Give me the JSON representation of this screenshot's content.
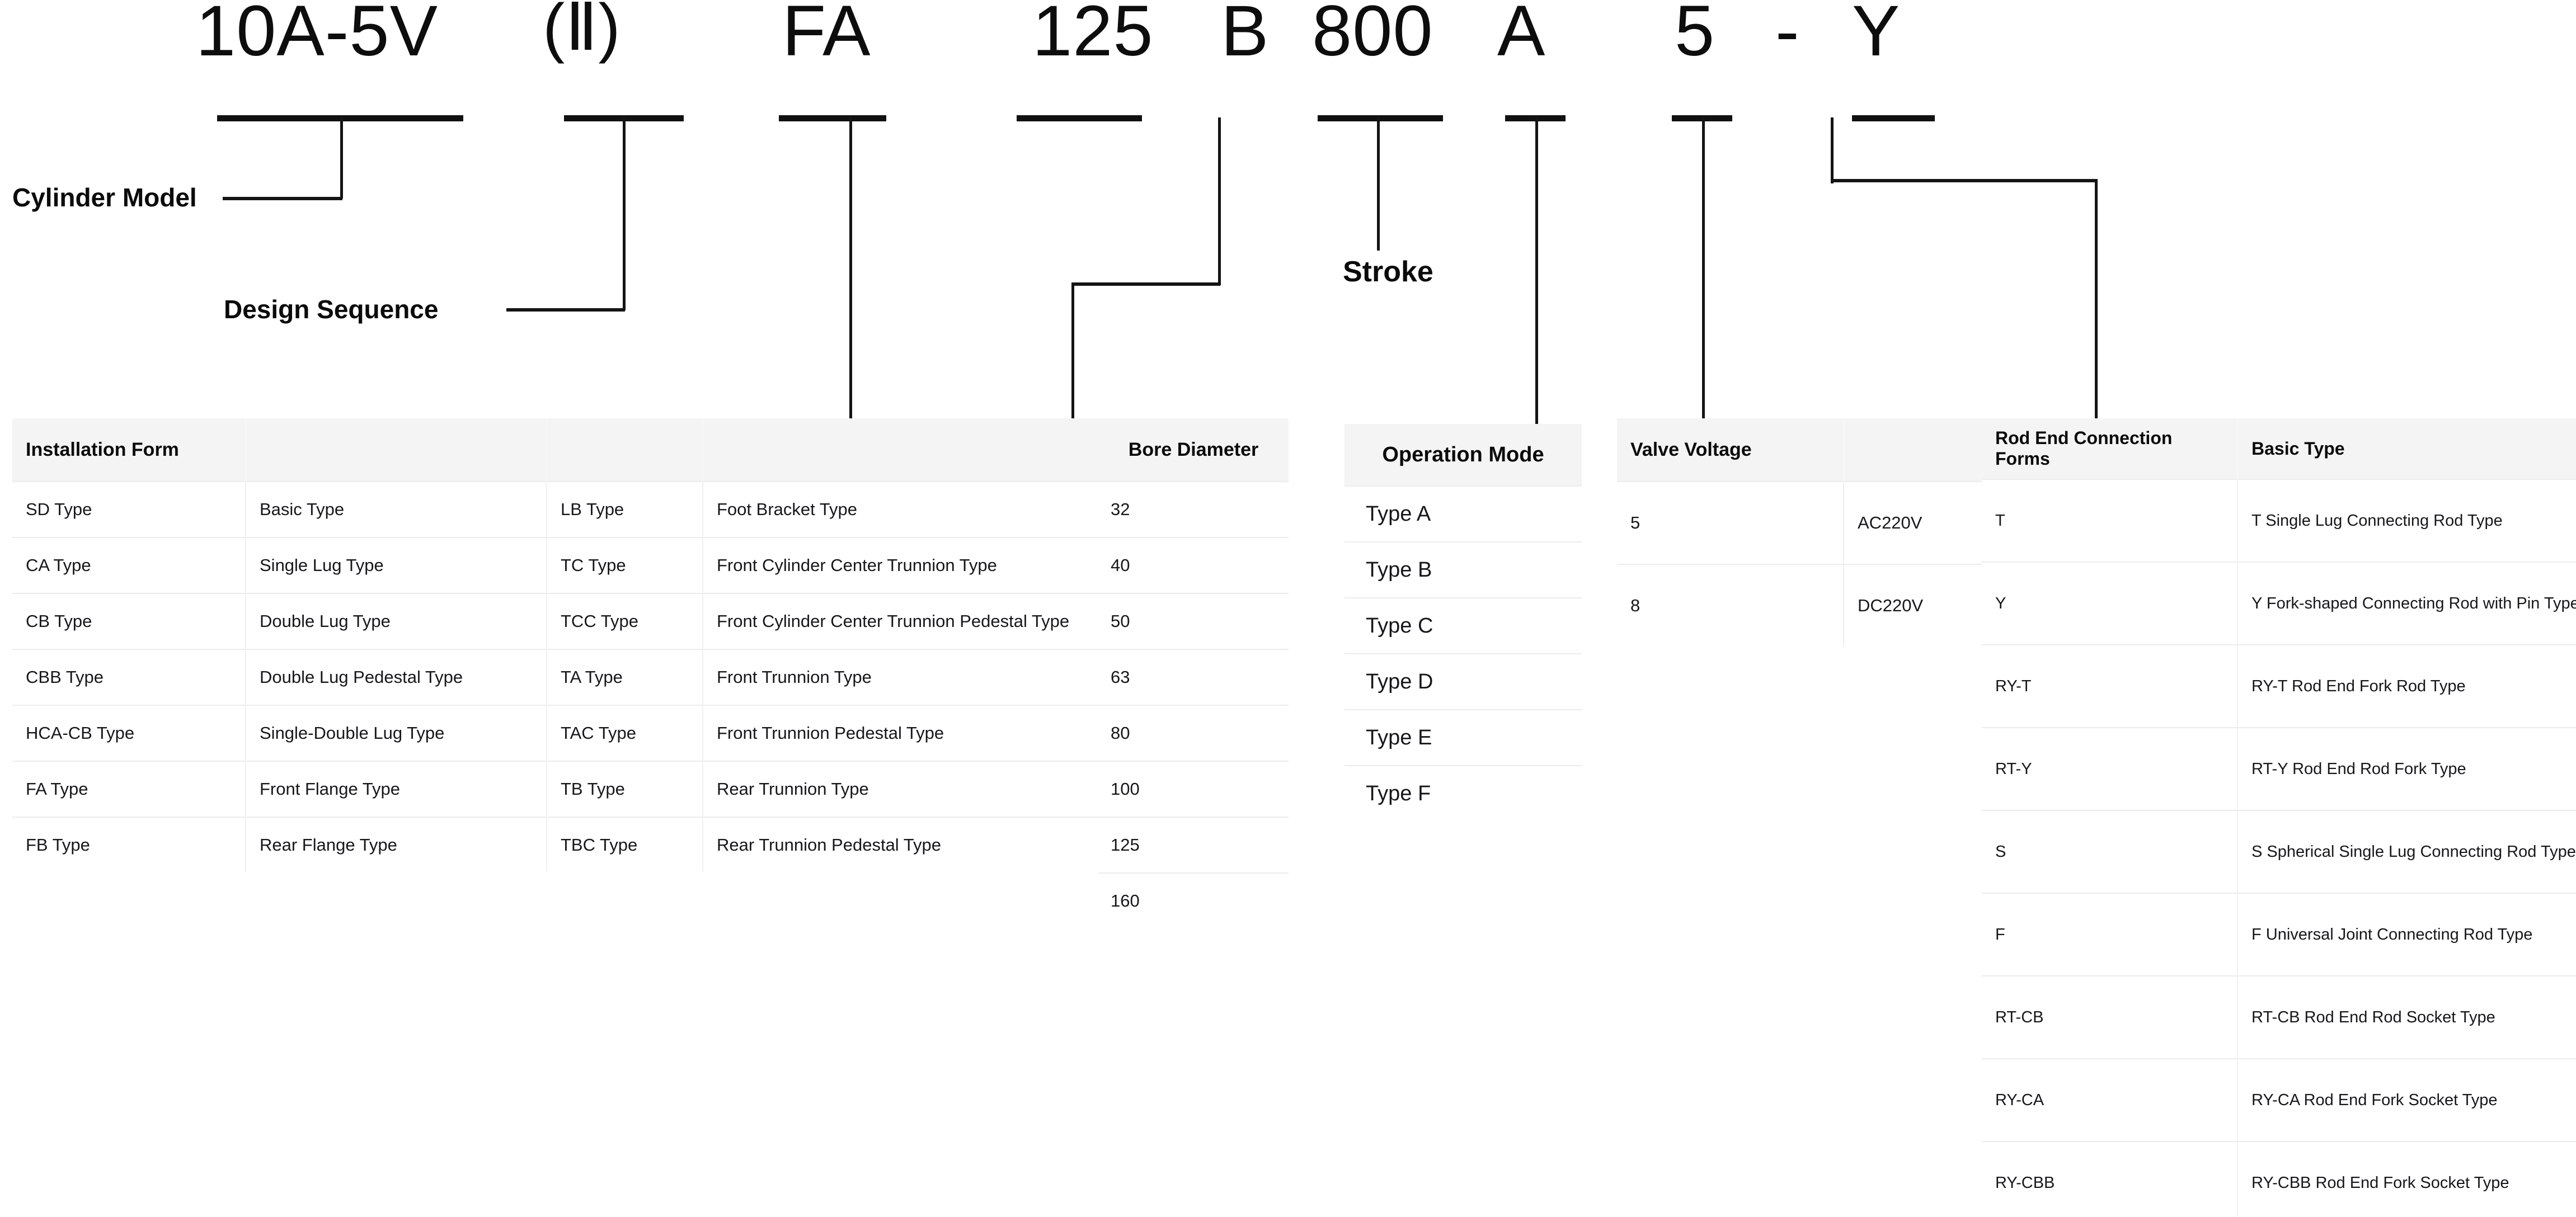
{
  "model_code": {
    "segments": [
      {
        "text": "10A-5V"
      },
      {
        "text": "(Ⅱ)"
      },
      {
        "text": "FA"
      },
      {
        "text": "125"
      },
      {
        "text": "B"
      },
      {
        "text": "800"
      },
      {
        "text": "A"
      },
      {
        "text": "5"
      },
      {
        "text": "-"
      },
      {
        "text": "Y"
      }
    ]
  },
  "callouts": {
    "cylinder_model": "Cylinder Model",
    "design_sequence": "Design Sequence",
    "stroke": "Stroke"
  },
  "installation_form": {
    "header": "Installation Form",
    "rows": [
      {
        "code_a": "SD Type",
        "name_a": "Basic Type",
        "code_b": "LB Type",
        "name_b": "Foot Bracket Type"
      },
      {
        "code_a": "CA Type",
        "name_a": "Single Lug Type",
        "code_b": "TC Type",
        "name_b": "Front Cylinder Center Trunnion Type"
      },
      {
        "code_a": "CB Type",
        "name_a": "Double Lug Type",
        "code_b": "TCC Type",
        "name_b": "Front Cylinder Center Trunnion Pedestal Type"
      },
      {
        "code_a": "CBB Type",
        "name_a": "Double Lug Pedestal Type",
        "code_b": "TA Type",
        "name_b": "Front Trunnion Type"
      },
      {
        "code_a": "HCA-CB Type",
        "name_a": "Single-Double Lug Type",
        "code_b": "TAC Type",
        "name_b": "Front Trunnion Pedestal Type"
      },
      {
        "code_a": "FA Type",
        "name_a": "Front Flange Type",
        "code_b": "TB Type",
        "name_b": "Rear Trunnion Type"
      },
      {
        "code_a": "FB Type",
        "name_a": "Rear Flange Type",
        "code_b": "TBC Type",
        "name_b": "Rear Trunnion Pedestal Type"
      }
    ]
  },
  "bore_diameter": {
    "header": "Bore Diameter",
    "values": [
      "32",
      "40",
      "50",
      "63",
      "80",
      "100",
      "125",
      "160"
    ]
  },
  "operation_mode": {
    "header": "Operation Mode",
    "values": [
      "Type A",
      "Type B",
      "Type C",
      "Type D",
      "Type E",
      "Type F"
    ]
  },
  "valve_voltage": {
    "header": "Valve Voltage",
    "rows": [
      {
        "code": "5",
        "value": "AC220V"
      },
      {
        "code": "8",
        "value": "DC220V"
      }
    ]
  },
  "rod_end": {
    "header_code": "Rod End Connection Forms",
    "header_name": "Basic Type",
    "rows": [
      {
        "code": "T",
        "name": "T Single Lug Connecting Rod Type"
      },
      {
        "code": "Y",
        "name": "Y Fork-shaped Connecting Rod with Pin Type"
      },
      {
        "code": "RY-T",
        "name": "RY-T Rod End Fork Rod Type"
      },
      {
        "code": "RT-Y",
        "name": "RT-Y Rod End Rod Fork Type"
      },
      {
        "code": "S",
        "name": "S Spherical Single Lug Connecting Rod Type"
      },
      {
        "code": "F",
        "name": "F Universal Joint Connecting Rod Type"
      },
      {
        "code": "RT-CB",
        "name": "RT-CB Rod End Rod Socket Type"
      },
      {
        "code": "RY-CA",
        "name": "RY-CA Rod End Fork Socket Type"
      },
      {
        "code": "RY-CBB",
        "name": "RY-CBB Rod End Fork Socket Type"
      }
    ]
  },
  "colors": {
    "line": "#141414",
    "header_bg": "#f4f4f4",
    "row_border": "#ececec"
  }
}
